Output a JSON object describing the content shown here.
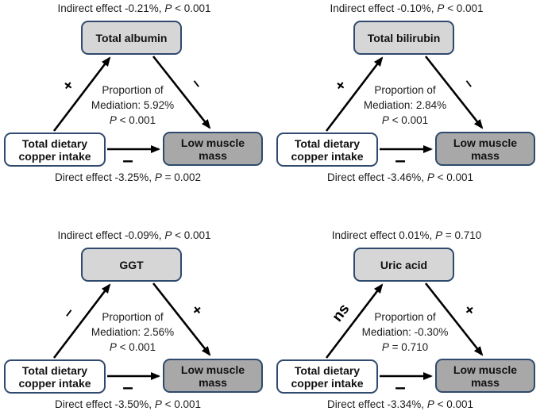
{
  "colors": {
    "node_border": "#2f4a6e",
    "mediator_fill": "#d6d6d6",
    "outcome_fill": "#a8a8a8",
    "exposure_fill": "#ffffff",
    "arrow": "#000000",
    "text": "#1c1c1c"
  },
  "panels": [
    {
      "indirect": {
        "prefix": "Indirect effect -0.21%, ",
        "p": "P",
        "rest": " < 0.001"
      },
      "mediator": "Total albumin",
      "exposure": "Total dietary\ncopper intake",
      "outcome": "Low muscle\nmass",
      "left_sign": "+",
      "right_sign": "–",
      "bottom_sign": "–",
      "mediation": {
        "line1": "Proportion of",
        "line2": "Mediation: 5.92%",
        "p": "P",
        "rest": " < 0.001"
      },
      "direct": {
        "prefix": "Direct effect -3.25%, ",
        "p": "P",
        "rest": " = 0.002"
      }
    },
    {
      "indirect": {
        "prefix": "Indirect effect -0.10%, ",
        "p": "P",
        "rest": " < 0.001"
      },
      "mediator": "Total bilirubin",
      "exposure": "Total dietary\ncopper intake",
      "outcome": "Low muscle\nmass",
      "left_sign": "+",
      "right_sign": "–",
      "bottom_sign": "–",
      "mediation": {
        "line1": "Proportion of",
        "line2": "Mediation: 2.84%",
        "p": "P",
        "rest": " < 0.001"
      },
      "direct": {
        "prefix": "Direct effect -3.46%, ",
        "p": "P",
        "rest": " < 0.001"
      }
    },
    {
      "indirect": {
        "prefix": "Indirect effect -0.09%, ",
        "p": "P",
        "rest": " < 0.001"
      },
      "mediator": "GGT",
      "exposure": "Total dietary\ncopper intake",
      "outcome": "Low muscle\nmass",
      "left_sign": "–",
      "right_sign": "+",
      "bottom_sign": "–",
      "mediation": {
        "line1": "Proportion of",
        "line2": "Mediation: 2.56%",
        "p": "P",
        "rest": " < 0.001"
      },
      "direct": {
        "prefix": "Direct effect -3.50%, ",
        "p": "P",
        "rest": " < 0.001"
      }
    },
    {
      "indirect": {
        "prefix": "Indirect effect 0.01%, ",
        "p": "P",
        "rest": " = 0.710"
      },
      "mediator": "Uric acid",
      "exposure": "Total dietary\ncopper intake",
      "outcome": "Low muscle\nmass",
      "left_sign": "ns",
      "right_sign": "+",
      "bottom_sign": "–",
      "mediation": {
        "line1": "Proportion of",
        "line2": "Mediation: -0.30%",
        "p": "P",
        "rest": " = 0.710"
      },
      "direct": {
        "prefix": "Direct effect -3.34%, ",
        "p": "P",
        "rest": " < 0.001"
      }
    }
  ]
}
